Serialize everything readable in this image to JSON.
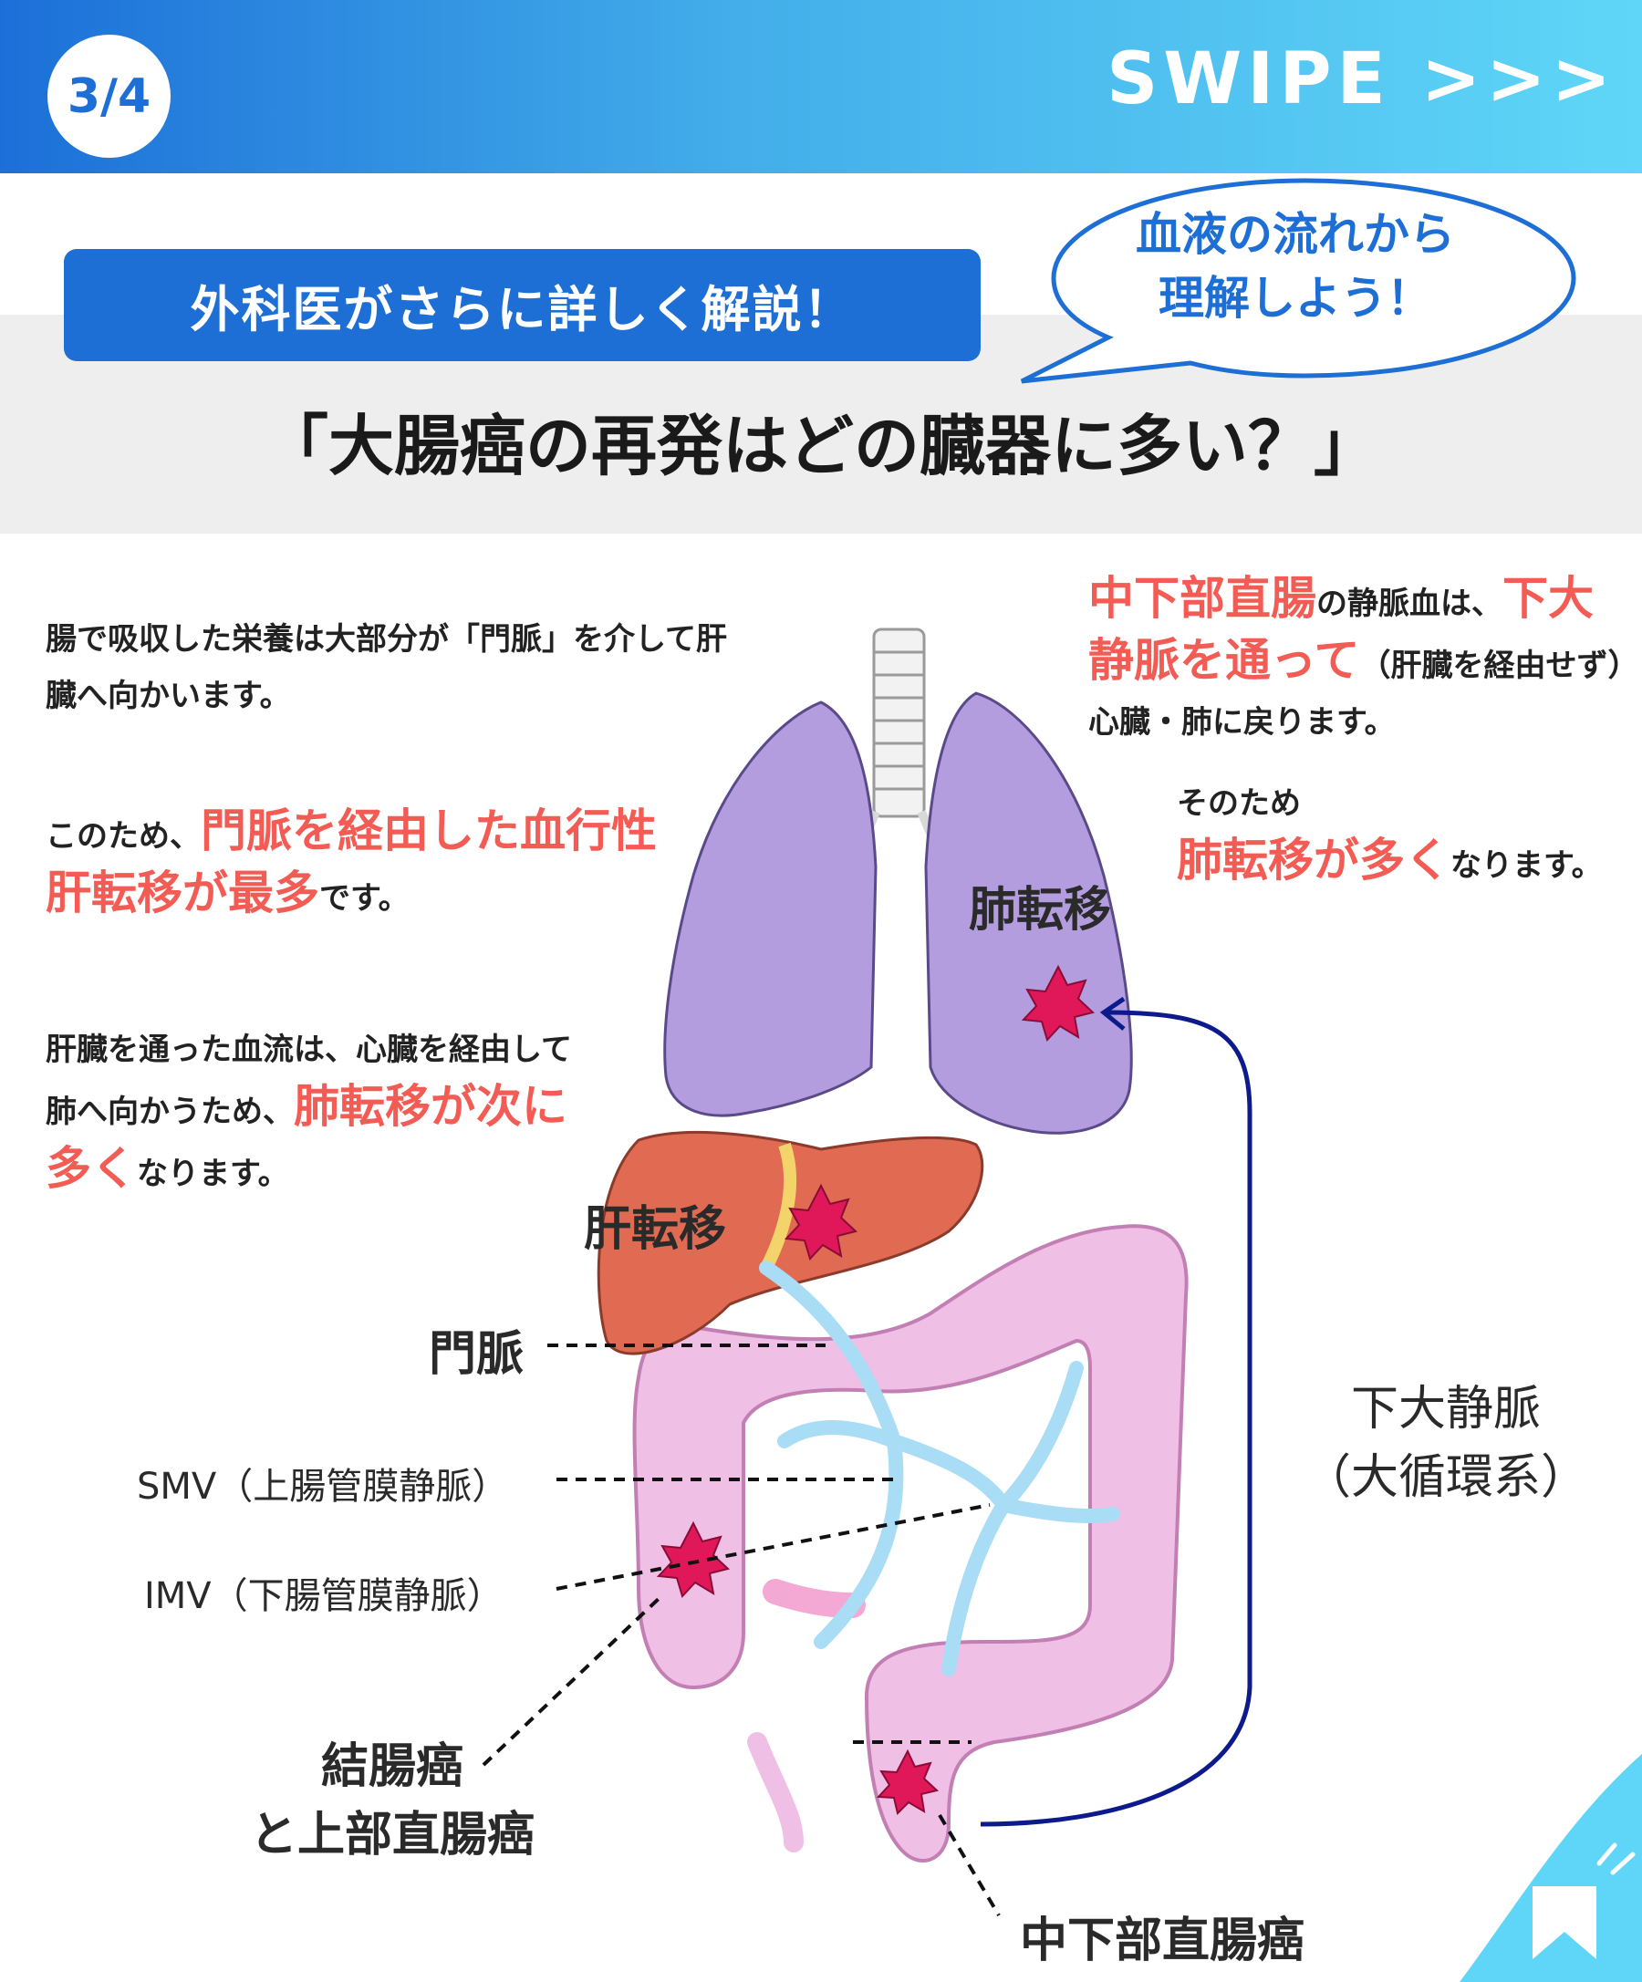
{
  "header": {
    "page_indicator": "3/4",
    "swipe_label": "SWIPE >>>"
  },
  "title_block": {
    "badge_text": "外科医がさらに詳しく解説！",
    "bubble_line1": "血液の流れから",
    "bubble_line2": "理解しよう！",
    "question": "「大腸癌の再発はどの臓器に多い？」"
  },
  "left_text": {
    "p1": "腸で吸収した栄養は大部分が「門脈」を介して肝臓へ向かいます。",
    "p2_prefix": "このため、",
    "p2_highlight": "門脈を経由した血行性肝転移が最多",
    "p2_suffix": "です。",
    "p3_prefix": "肝臓を通った血流は、心臓を経由して肺へ向かうため、",
    "p3_highlight": "肺転移が次に多く",
    "p3_suffix": "なります。"
  },
  "right_text": {
    "p1_highlight1": "中下部直腸",
    "p1_mid": "の静脈血は、",
    "p1_highlight2": "下大静脈を通って",
    "p1_suffix": "（肝臓を経由せず）心臓・肺に戻ります。",
    "p2_prefix": "そのため",
    "p2_highlight": "肺転移が多く",
    "p2_suffix": "なります。"
  },
  "diagram_labels": {
    "lung_metastasis": "肺転移",
    "liver_metastasis": "肝転移",
    "portal_vein": "門脈",
    "smv": "SMV（上腸管膜静脈）",
    "imv": "IMV（下腸管膜静脈）",
    "ivc_line1": "下大静脈",
    "ivc_line2": "（大循環系）",
    "colon_cancer_line1": "結腸癌",
    "colon_cancer_line2": "と上部直腸癌",
    "rectal_cancer": "中下部直腸癌"
  },
  "colors": {
    "header_start": "#1c6fd8",
    "header_end": "#5fd6f7",
    "accent_blue": "#1d6fd6",
    "highlight_red": "#f25c54",
    "lung": "#b39ddf",
    "liver": "#e06a52",
    "colon": "#f0bfe6",
    "vein": "#a9dcf5",
    "tumor": "#e0185a",
    "ivc_line": "#0d1a8c"
  },
  "icons": [
    "bookmark-icon"
  ]
}
